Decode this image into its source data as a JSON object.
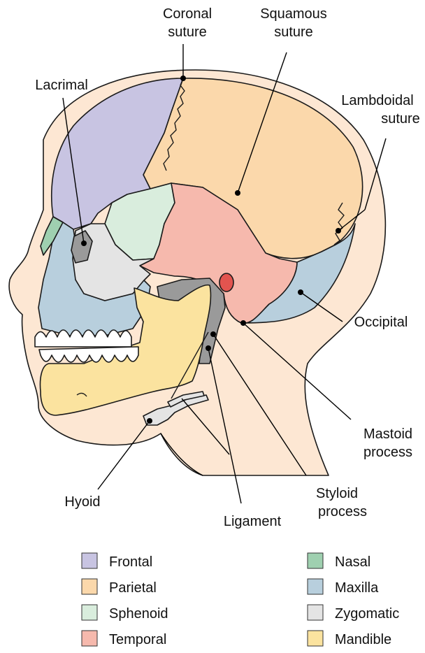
{
  "colors": {
    "frontal": "#c8c4e2",
    "parietal": "#fbd8ab",
    "sphenoid": "#d9eddd",
    "temporal": "#f6b9ad",
    "nasal": "#9fd0b0",
    "maxilla": "#b8cfdd",
    "zygomatic": "#e4e4e4",
    "mandible": "#fbe39f",
    "skin": "#fde7d3",
    "dark_bone": "#9a9a9a",
    "ear_canal": "#e2544f"
  },
  "labels": {
    "coronal_1": "Coronal",
    "coronal_2": "suture",
    "squamous_1": "Squamous",
    "squamous_2": "suture",
    "lacrimal": "Lacrimal",
    "lambdoidal_1": "Lambdoidal",
    "lambdoidal_2": "suture",
    "occipital": "Occipital",
    "mastoid_1": "Mastoid",
    "mastoid_2": "process",
    "styloid_1": "Styloid",
    "styloid_2": "process",
    "hyoid": "Hyoid",
    "ligament": "Ligament"
  },
  "legend": [
    {
      "key": "frontal",
      "label": "Frontal",
      "color": "#c8c4e2"
    },
    {
      "key": "parietal",
      "label": "Parietal",
      "color": "#fbd8ab"
    },
    {
      "key": "sphenoid",
      "label": "Sphenoid",
      "color": "#d9eddd"
    },
    {
      "key": "temporal",
      "label": "Temporal",
      "color": "#f6b9ad"
    },
    {
      "key": "nasal",
      "label": "Nasal",
      "color": "#9fd0b0"
    },
    {
      "key": "maxilla",
      "label": "Maxilla",
      "color": "#b8cfdd"
    },
    {
      "key": "zygomatic",
      "label": "Zygomatic",
      "color": "#e4e4e4"
    },
    {
      "key": "mandible",
      "label": "Mandible",
      "color": "#fbe39f"
    }
  ]
}
